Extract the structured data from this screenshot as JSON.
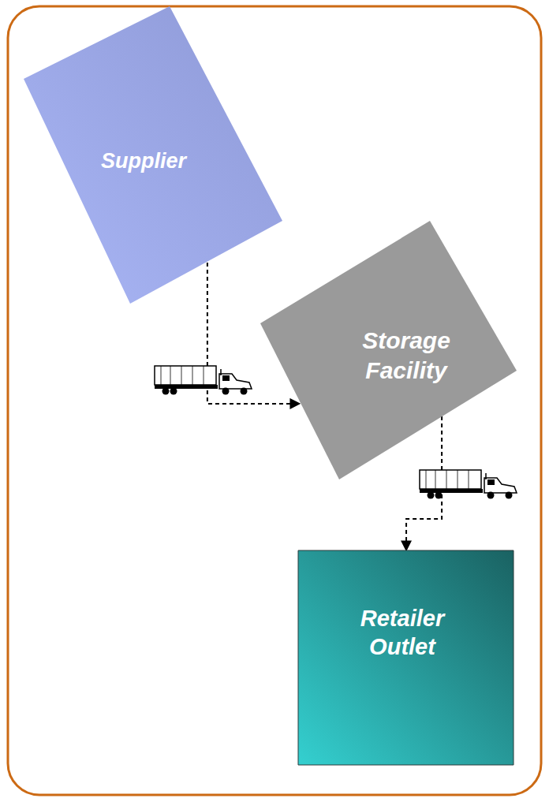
{
  "diagram": {
    "nodes": [
      {
        "text": [
          "Supplier"
        ]
      },
      {
        "text": [
          "Storage Facility"
        ]
      },
      {
        "text": [
          "Retailer Outlet"
        ]
      }
    ],
    "edges": [
      {
        "from": 0,
        "to": 1,
        "arrow": "to"
      },
      {
        "from": 1,
        "to": 2,
        "arrow": "to"
      }
    ]
  }
}
